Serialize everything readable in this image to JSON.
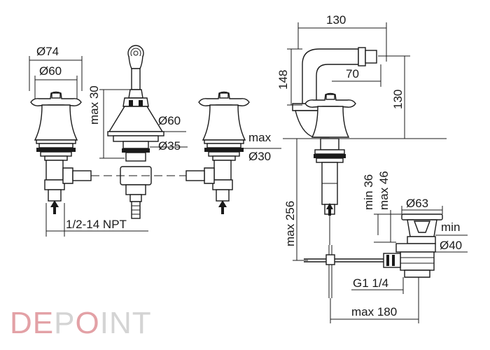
{
  "colors": {
    "ink": "#1a1a1a",
    "logo_accent": "#e3a1a6",
    "logo_gray": "#d4d4d4"
  },
  "dimensions": {
    "handle_width_top": "Ø74",
    "handle_width_body": "Ø60",
    "spout_max_height": "max 30",
    "spout_base_diameter": "Ø60",
    "shank_diameter": "Ø35",
    "max_word": "max",
    "hole_diameter": "Ø30",
    "thread_spec": "1/2-14 NPT",
    "bidet_total_length": "130",
    "bidet_height": "148",
    "bidet_reach": "70",
    "bidet_side_height": "130",
    "below_deck_max": "max 256",
    "drain_min": "min 36",
    "drain_max": "max 46",
    "drain_flange": "Ø63",
    "min_word": "min",
    "drain_body": "Ø40",
    "drain_thread": "G1 1/4",
    "drain_reach": "max 180"
  },
  "logo": {
    "part_1": "DE",
    "part_2": "P",
    "part_3": "O",
    "part_4": "INT"
  }
}
